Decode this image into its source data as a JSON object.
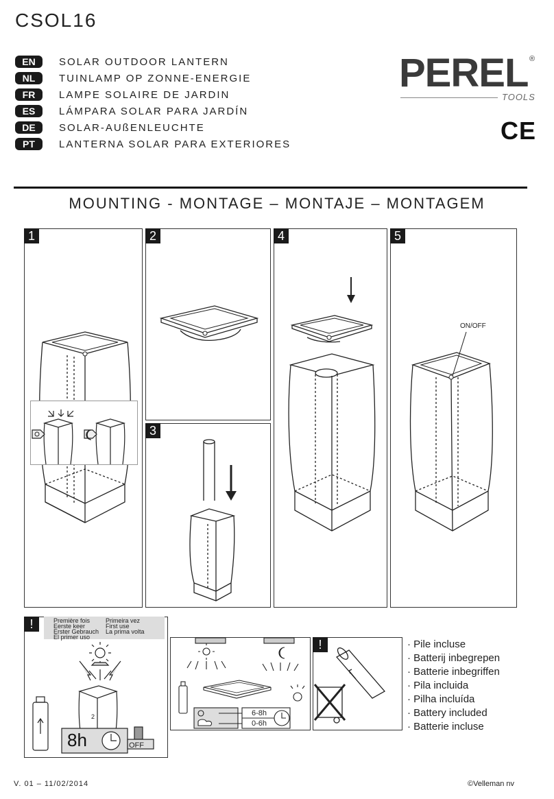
{
  "model": "CSOL16",
  "languages": [
    {
      "code": "EN",
      "text": "SOLAR OUTDOOR LANTERN"
    },
    {
      "code": "NL",
      "text": "TUINLAMP OP ZONNE-ENERGIE"
    },
    {
      "code": "FR",
      "text": "LAMPE SOLAIRE DE JARDIN"
    },
    {
      "code": "ES",
      "text": "LÁMPARA SOLAR PARA JARDÍN"
    },
    {
      "code": "DE",
      "text": "SOLAR-AUßENLEUCHTE"
    },
    {
      "code": "PT",
      "text": "LANTERNA SOLAR PARA EXTERIORES"
    }
  ],
  "brand": {
    "name": "PEREL",
    "registered": "®",
    "sub": "TOOLS",
    "ce": "CE"
  },
  "heading": "MOUNTING - MONTAGE – MONTAJE – MONTAGEM",
  "panels": {
    "p1": "1",
    "p2": "2",
    "p3": "3",
    "p4": "4",
    "p5": "5",
    "warn": "!",
    "warn2": "!"
  },
  "step5_label": "ON/OFF",
  "first_use": {
    "col1": [
      "Première fois",
      "Eerste keer",
      "Erster Gebrauch",
      "El primer uso"
    ],
    "col2": [
      "Primeira vez",
      "First use",
      "La prima volta"
    ]
  },
  "charge_time": "8h",
  "switch_label": "OFF",
  "durations": {
    "sun": "6-8h",
    "cloud": "0-6h"
  },
  "battery_notes": [
    "Pile incluse",
    "Batterij inbegrepen",
    "Batterie inbegriffen",
    "Pila incluida",
    "Pilha incluída",
    "Battery included",
    "Batterie incluse"
  ],
  "footer": {
    "version": "V. 01 – 11/02/2014",
    "copyright": "©Velleman nv"
  }
}
